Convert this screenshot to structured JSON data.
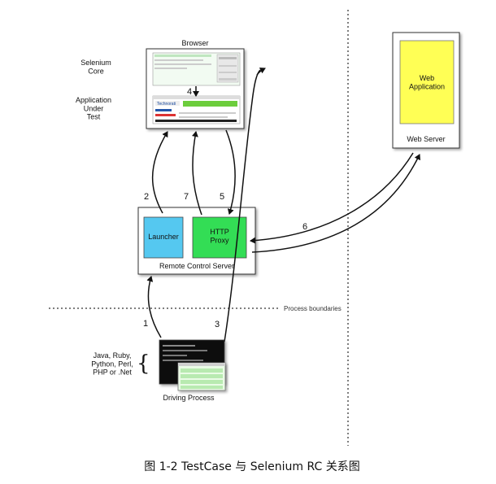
{
  "caption": "图 1-2 TestCase 与 Selenium RC 关系图",
  "browser": {
    "title": "Browser",
    "selenium_core_label": "Selenium\nCore",
    "aut_label": "Application\nUnder\nTest"
  },
  "web_server": {
    "title": "Web Server",
    "app_label": "Web\nApplication"
  },
  "remote_control": {
    "title": "Remote Control Server",
    "launcher_label": "Launcher",
    "proxy_label": "HTTP\nProxy"
  },
  "driving": {
    "title": "Driving Process",
    "languages": "Java, Ruby,\nPython, Perl,\nPHP or .Net"
  },
  "process_boundaries": "Process boundaries",
  "steps": [
    "1",
    "2",
    "3",
    "4",
    "5",
    "6",
    "7"
  ],
  "colors": {
    "web_app": "#ffff55",
    "launcher": "#55c8f0",
    "proxy": "#33dd55",
    "terminal": "#111111"
  }
}
